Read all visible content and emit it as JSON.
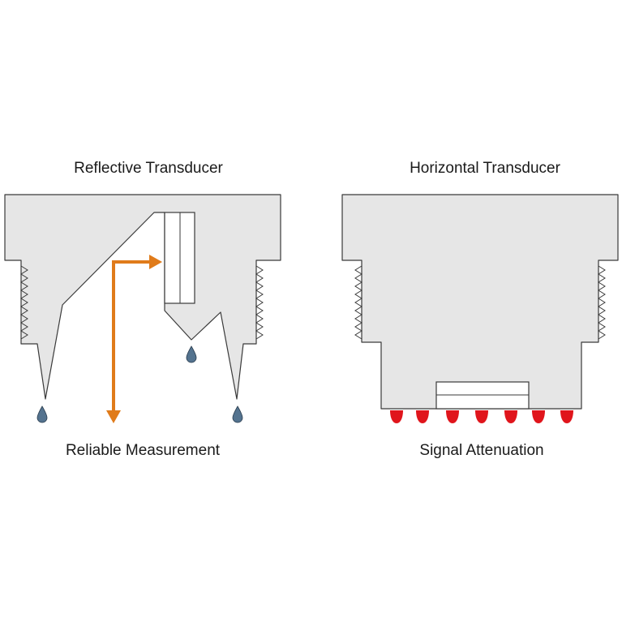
{
  "diagrams": [
    {
      "title": "Reflective Transducer",
      "caption": "Reliable Measurement"
    },
    {
      "title": "Horizontal Transducer",
      "caption": "Signal Attenuation"
    }
  ],
  "colors": {
    "body_fill": "#e6e6e6",
    "outline": "#3a3a3a",
    "crystal_fill": "#ffffff",
    "signal_arrow": "#e07b1a",
    "water_drop": "#54738f",
    "attenuated_drop": "#e0151c"
  }
}
